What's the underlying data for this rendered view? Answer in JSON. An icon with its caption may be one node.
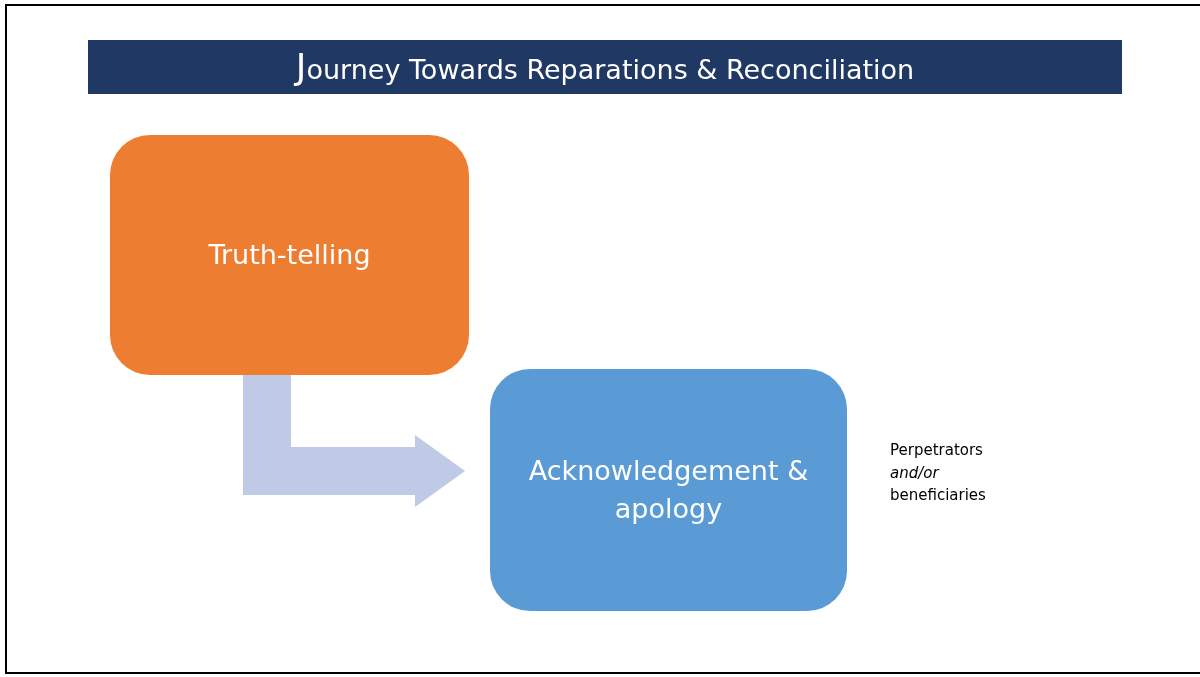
{
  "diagram": {
    "title": "Journey Towards Reparations & Reconciliation",
    "nodes": [
      {
        "text": [
          "Truth-telling"
        ]
      },
      {
        "text": [
          "Acknowledgement & apology"
        ],
        "beside": [
          "Perpetrators *and/or* beneficiaries"
        ]
      }
    ],
    "edges": [
      {
        "from": 0,
        "to": 1,
        "arrow": "to",
        "color": "#bfcae6"
      }
    ]
  }
}
